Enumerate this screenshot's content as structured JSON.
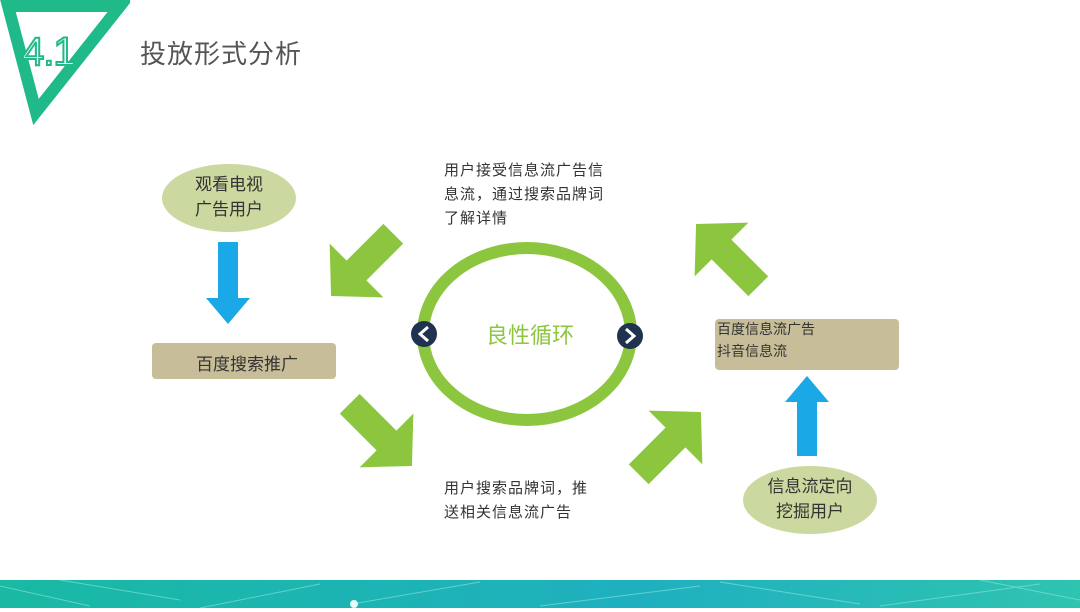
{
  "header": {
    "section_number": "4.1",
    "title": "投放形式分析",
    "accent_color": "#1fb98a"
  },
  "diagram": {
    "center_label": "良性循环",
    "nodes": {
      "tv_users": "观看电视\n广告用户",
      "baidu_search": "百度搜索推广",
      "feed_ads": "百度信息流广告\n抖音信息流",
      "feed_targeting": "信息流定向\n挖掘用户"
    },
    "captions": {
      "top": "用户接受信息流广告信\n息流，通过搜索品牌词\n了解详情",
      "bottom": "用户搜索品牌词，推\n送相关信息流广告"
    },
    "colors": {
      "green_arrow": "#8cc63f",
      "blue_arrow": "#1aa9e6",
      "oval_fill": "#cbd89f",
      "rect_fill": "#c7bd98",
      "cycle_ring": "#8cc63f",
      "nav_dot": "#1f3350"
    },
    "icons": [
      "chevron-left-icon",
      "chevron-right-icon"
    ]
  }
}
